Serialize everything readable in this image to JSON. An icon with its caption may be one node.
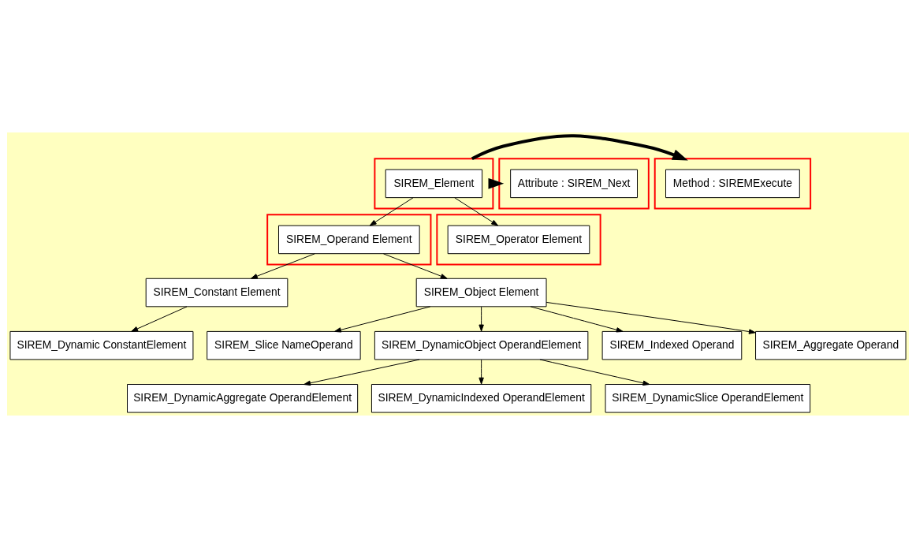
{
  "diagram": {
    "nodes": [
      {
        "text": [],
        "shape": "box"
      },
      {
        "text": [
          "SIREM_Element"
        ],
        "in": 0
      },
      {
        "text": [],
        "shape": "box"
      },
      {
        "text": [
          "Attribute : SIREM_Next"
        ],
        "in": 2
      },
      {
        "text": [],
        "shape": "box"
      },
      {
        "text": [
          "Method : SIREMExecute"
        ],
        "in": 4
      },
      {
        "text": [],
        "shape": "box"
      },
      {
        "text": [
          "SIREM_Operand Element"
        ],
        "in": 6
      },
      {
        "text": [],
        "shape": "box"
      },
      {
        "text": [
          "SIREM_Operator Element"
        ],
        "in": 8
      },
      {
        "text": [
          "SIREM_Constant Element"
        ]
      },
      {
        "text": [
          "SIREM_Object Element"
        ]
      },
      {
        "text": [
          "SIREM_Dynamic ConstantElement"
        ]
      },
      {
        "text": [
          "SIREM_Slice NameOperand"
        ]
      },
      {
        "text": [
          "SIREM_DynamicObject OperandElement"
        ]
      },
      {
        "text": [
          "SIREM_Indexed Operand"
        ]
      },
      {
        "text": [
          "SIREM_Aggregate Operand"
        ]
      },
      {
        "text": [
          "SIREM_DynamicAggregate OperandElement"
        ]
      },
      {
        "text": [
          "SIREM_DynamicIndexed OperandElement"
        ]
      },
      {
        "text": [
          "SIREM_DynamicSlice OperandElement"
        ]
      }
    ],
    "edges": [
      {
        "from": 0,
        "to": 2,
        "arrow": "to",
        "style": "thick"
      },
      {
        "from": 0,
        "to": 4,
        "arrow": "to",
        "style": "thick"
      },
      {
        "from": 1,
        "to": 7,
        "arrow": "to"
      },
      {
        "from": 1,
        "to": 9,
        "arrow": "to"
      },
      {
        "from": 7,
        "to": 10,
        "arrow": "to"
      },
      {
        "from": 7,
        "to": 11,
        "arrow": "to"
      },
      {
        "from": 10,
        "to": 12,
        "arrow": "to"
      },
      {
        "from": 11,
        "to": 13,
        "arrow": "to"
      },
      {
        "from": 11,
        "to": 14,
        "arrow": "to"
      },
      {
        "from": 11,
        "to": 15,
        "arrow": "to"
      },
      {
        "from": 11,
        "to": 16,
        "arrow": "to"
      },
      {
        "from": 14,
        "to": 17,
        "arrow": "to"
      },
      {
        "from": 14,
        "to": 18,
        "arrow": "to"
      },
      {
        "from": 14,
        "to": 19,
        "arrow": "to"
      }
    ]
  }
}
